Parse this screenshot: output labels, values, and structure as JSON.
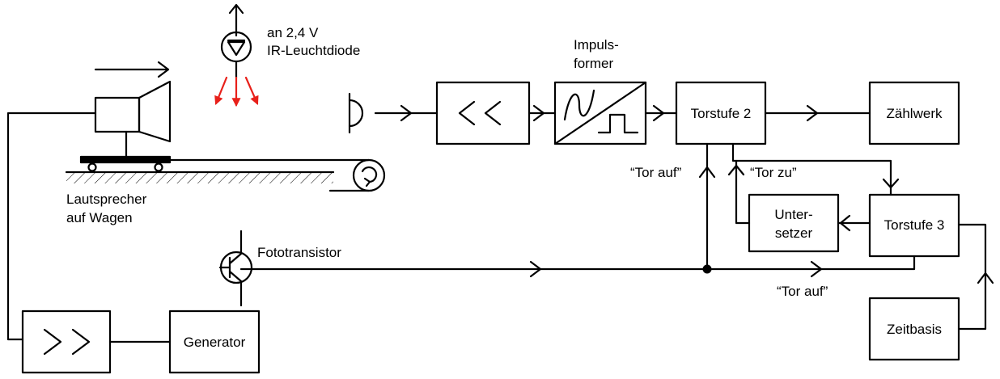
{
  "blocks": {
    "impulsformer": {
      "label_line1": "Impuls-",
      "label_line2": "former"
    },
    "torstufe2": {
      "label": "Torstufe 2"
    },
    "zaehlwerk": {
      "label": "Zählwerk"
    },
    "untersetzer": {
      "label_line1": "Unter-",
      "label_line2": "setzer"
    },
    "torstufe3": {
      "label": "Torstufe 3"
    },
    "zeitbasis": {
      "label": "Zeitbasis"
    },
    "generator": {
      "label": "Generator"
    }
  },
  "components": {
    "ir_led": {
      "label_line1": "an 2,4 V",
      "label_line2": "IR-Leuchtdiode"
    },
    "speaker": {
      "label_line1": "Lautsprecher",
      "label_line2": "auf Wagen"
    },
    "phototransistor": {
      "label": "Fototransistor"
    }
  },
  "signals": {
    "tor_auf_upper": "“Tor auf”",
    "tor_zu": "“Tor zu”",
    "tor_auf_lower": "“Tor auf”"
  },
  "colors": {
    "line": "#000000",
    "ir_rays": "#e8201a",
    "background": "#ffffff"
  },
  "icons": [
    "microphone-icon",
    "amplifier-icon",
    "sine-square-converter-icon",
    "led-diode-icon",
    "transistor-icon",
    "loudspeaker-icon",
    "pulley-icon",
    "arrow-icon"
  ]
}
